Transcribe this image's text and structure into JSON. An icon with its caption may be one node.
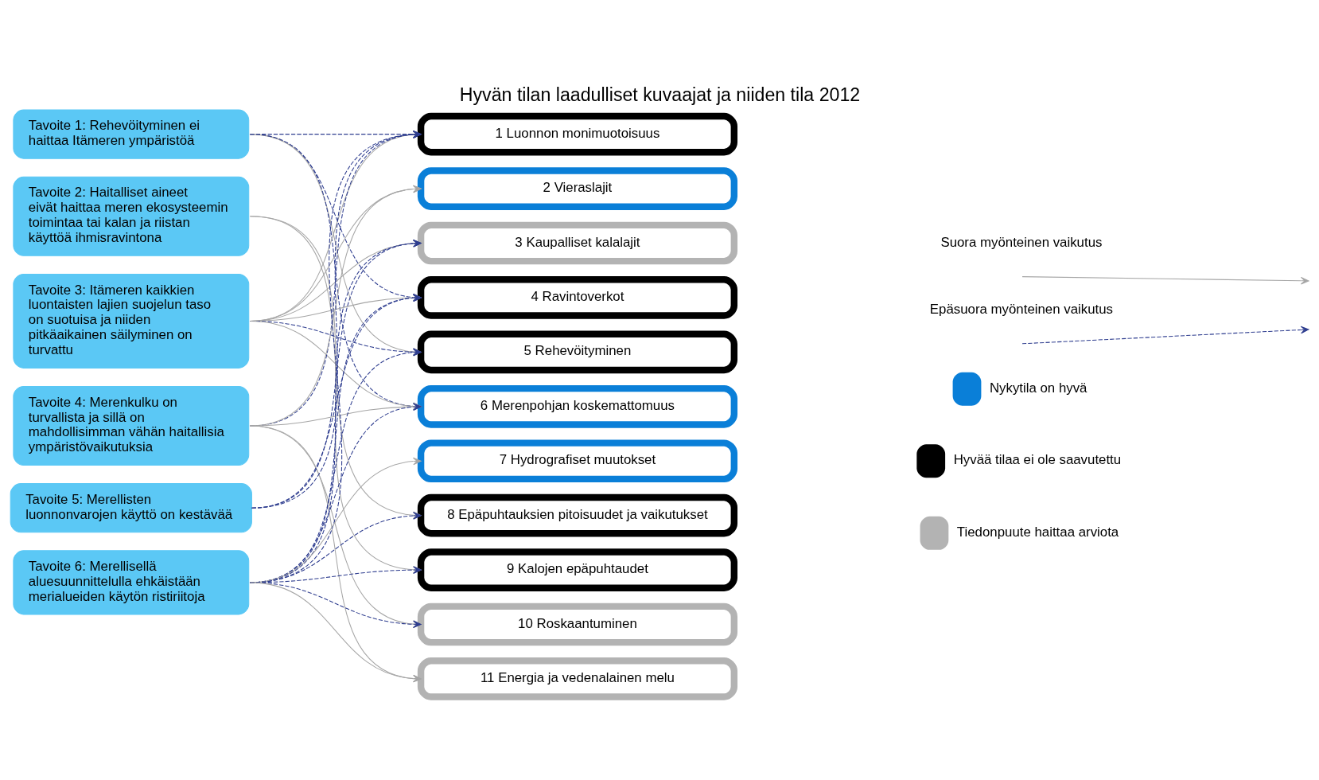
{
  "diagram": {
    "title": "Hyvän tilan laadulliset kuvaajat ja niiden tila 2012",
    "nodes": [
      {
        "text": [
          "Tavoite 1: Rehevöityminen ei haittaa Itämeren ympäristöä"
        ]
      },
      {
        "text": [
          "Tavoite 2: Haitalliset aineet eivät haittaa meren ekosysteemin toimintaa tai kalan ja riistan käyttöä ihmisravintona"
        ]
      },
      {
        "text": [
          "Tavoite 3: Itämeren kaikkien luontaisten lajien suojelun taso on suotuisa ja niiden pitkäaikainen säilyminen on turvattu"
        ]
      },
      {
        "text": [
          "Tavoite 4: Merenkulku on turvallista ja sillä on mahdollisimman vähän haitallisia ympäristövaikutuksia"
        ]
      },
      {
        "text": [
          "Tavoite 5: Merellisten luonnonvarojen käyttö on kestävää"
        ]
      },
      {
        "text": [
          "Tavoite 6: Merellisellä aluesuunnittelulla ehkäistään merialueiden käytön ristiriitoja"
        ]
      },
      {
        "text": [
          "1 Luonnon monimuotoisuus"
        ]
      },
      {
        "text": [
          "2 Vieraslajit"
        ]
      },
      {
        "text": [
          "3 Kaupalliset kalalajit"
        ]
      },
      {
        "text": [
          "4 Ravintoverkot"
        ]
      },
      {
        "text": [
          "5 Rehevöityminen"
        ]
      },
      {
        "text": [
          "6 Merenpohjan koskemattomuus"
        ]
      },
      {
        "text": [
          "7 Hydrografiset muutokset"
        ]
      },
      {
        "text": [
          "8 Epäpuhtauksien pitoisuudet ja vaikutukset"
        ]
      },
      {
        "text": [
          "9 Kalojen epäpuhtaudet"
        ]
      },
      {
        "text": [
          "10 Roskaantuminen"
        ]
      },
      {
        "text": [
          "11 Energia ja vedenalainen melu"
        ]
      }
    ],
    "edges": [
      {
        "from": 0,
        "to": 6,
        "arrow": "to",
        "style": "dashed"
      },
      {
        "from": 0,
        "to": 9,
        "arrow": "to",
        "style": "dashed"
      },
      {
        "from": 0,
        "to": 11,
        "arrow": "to",
        "style": "dashed"
      },
      {
        "from": 0,
        "to": 10,
        "arrow": "to",
        "color": "#a6a6a6"
      },
      {
        "from": 1,
        "to": 13,
        "arrow": "to",
        "color": "#a6a6a6"
      },
      {
        "from": 1,
        "to": 14,
        "arrow": "to",
        "color": "#a6a6a6"
      },
      {
        "from": 2,
        "to": 6,
        "arrow": "to",
        "color": "#a6a6a6"
      },
      {
        "from": 2,
        "to": 7,
        "arrow": "to",
        "color": "#a6a6a6"
      },
      {
        "from": 2,
        "to": 8,
        "arrow": "to",
        "color": "#a6a6a6"
      },
      {
        "from": 2,
        "to": 9,
        "arrow": "to",
        "color": "#a6a6a6"
      },
      {
        "from": 2,
        "to": 10,
        "arrow": "to",
        "style": "dashed"
      },
      {
        "from": 2,
        "to": 11,
        "arrow": "to",
        "color": "#a6a6a6"
      },
      {
        "from": 3,
        "to": 6,
        "arrow": "to",
        "style": "dashed"
      },
      {
        "from": 3,
        "to": 7,
        "arrow": "to",
        "color": "#a6a6a6"
      },
      {
        "from": 3,
        "to": 11,
        "arrow": "to",
        "color": "#a6a6a6"
      },
      {
        "from": 3,
        "to": 15,
        "arrow": "to",
        "color": "#a6a6a6"
      },
      {
        "from": 3,
        "to": 16,
        "arrow": "to",
        "color": "#a6a6a6"
      },
      {
        "from": 4,
        "to": 6,
        "arrow": "to",
        "style": "dashed"
      },
      {
        "from": 4,
        "to": 8,
        "arrow": "to",
        "style": "dashed"
      },
      {
        "from": 4,
        "to": 9,
        "arrow": "to",
        "style": "dashed"
      },
      {
        "from": 5,
        "to": 6,
        "arrow": "to",
        "style": "dashed"
      },
      {
        "from": 5,
        "to": 8,
        "arrow": "to",
        "style": "dashed"
      },
      {
        "from": 5,
        "to": 9,
        "arrow": "to",
        "style": "dashed"
      },
      {
        "from": 5,
        "to": 10,
        "arrow": "to",
        "style": "dashed"
      },
      {
        "from": 5,
        "to": 11,
        "arrow": "to",
        "style": "dashed"
      },
      {
        "from": 5,
        "to": 12,
        "arrow": "to",
        "color": "#a6a6a6"
      },
      {
        "from": 5,
        "to": 13,
        "arrow": "to",
        "style": "dashed"
      },
      {
        "from": 5,
        "to": 14,
        "arrow": "to",
        "style": "dashed"
      },
      {
        "from": 5,
        "to": 15,
        "arrow": "to",
        "style": "dashed"
      },
      {
        "from": 5,
        "to": 16,
        "arrow": "to",
        "color": "#a6a6a6"
      }
    ],
    "legend": [
      {
        "text": "Suora myönteinen vaikutus"
      },
      {
        "text": "Epäsuora myönteinen vaikutus"
      },
      {
        "text": "Nykytila on hyvä",
        "color": "#0a7fd8"
      },
      {
        "text": "Hyvää tilaa ei ole saavutettu",
        "color": "#000000"
      },
      {
        "text": "Tiedonpuute haittaa arviota",
        "color": "#b3b3b3"
      }
    ]
  }
}
